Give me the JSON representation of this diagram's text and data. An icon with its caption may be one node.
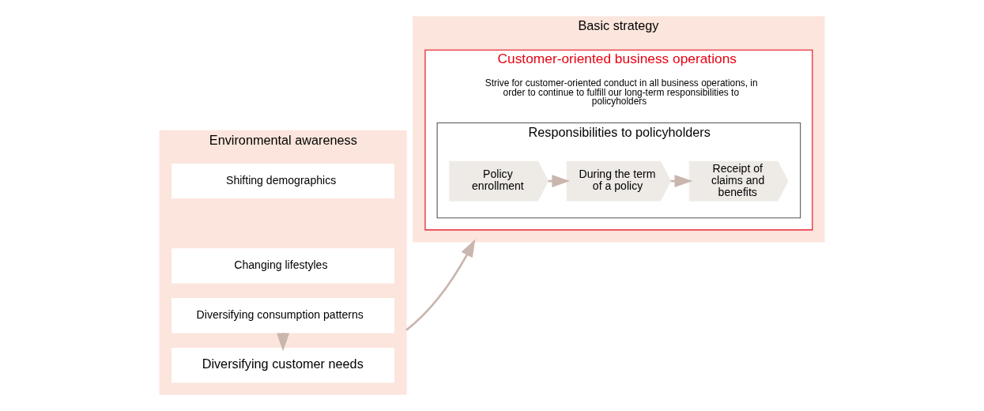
{
  "diagram": {
    "nodes": [
      {
        "text": [
          "Environmental awareness"
        ]
      },
      {
        "text": [
          "Shifting demographics"
        ],
        "in": 0
      },
      {
        "text": [
          "Changing lifestyles"
        ],
        "in": 0
      },
      {
        "text": [
          "Diversifying consumption patterns"
        ],
        "in": 0
      },
      {
        "text": [
          "Diversifying customer needs"
        ],
        "in": 0
      },
      {
        "text": [
          "Basic strategy"
        ]
      },
      {
        "text": [
          "Customer-oriented business operations",
          "Strive for customer-oriented conduct in all business operations, in order to continue to fulfill our long-term responsibilities to policyholders"
        ],
        "in": 5
      },
      {
        "text": [
          "Responsibilities to policyholders"
        ],
        "in": 6
      },
      {
        "text": [
          "Policy enrollment"
        ],
        "in": 7
      },
      {
        "text": [
          "During the term of a policy"
        ],
        "in": 7
      },
      {
        "text": [
          "Receipt of claims and benefits"
        ],
        "in": 7
      }
    ],
    "edges": [
      {
        "from": 3,
        "to": 4,
        "arrow": "to"
      },
      {
        "from": 0,
        "to": 5,
        "arrow": "to"
      },
      {
        "from": 8,
        "to": 9,
        "arrow": "to"
      },
      {
        "from": 9,
        "to": 10,
        "arrow": "to"
      }
    ]
  }
}
